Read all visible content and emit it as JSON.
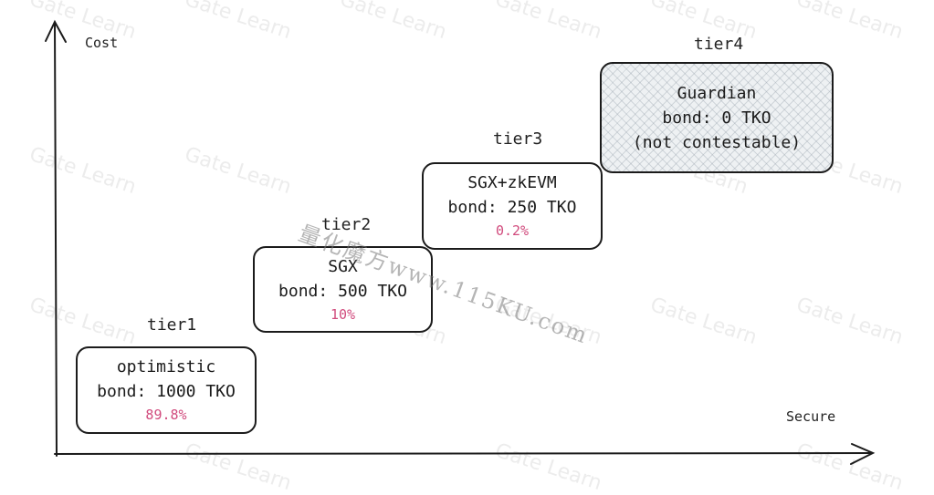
{
  "axes": {
    "y_label": "Cost",
    "x_label": "Secure"
  },
  "watermark": {
    "logo_text": "Gate Learn",
    "overlay_text": "量化魔方www.115KU.com"
  },
  "tiers": [
    {
      "label": "tier1",
      "lines": [
        "optimistic",
        "bond: 1000 TKO"
      ],
      "percent": "89.8%"
    },
    {
      "label": "tier2",
      "lines": [
        "SGX",
        "bond: 500 TKO"
      ],
      "percent": "10%"
    },
    {
      "label": "tier3",
      "lines": [
        "SGX+zkEVM",
        "bond: 250 TKO"
      ],
      "percent": "0.2%"
    },
    {
      "label": "tier4",
      "lines": [
        "Guardian",
        "bond: 0 TKO",
        "(not contestable)"
      ],
      "percent": ""
    }
  ],
  "colors": {
    "percent": "#d14b7d",
    "stroke": "#1b1b1b",
    "hatch_fill": "#eef1f3"
  }
}
